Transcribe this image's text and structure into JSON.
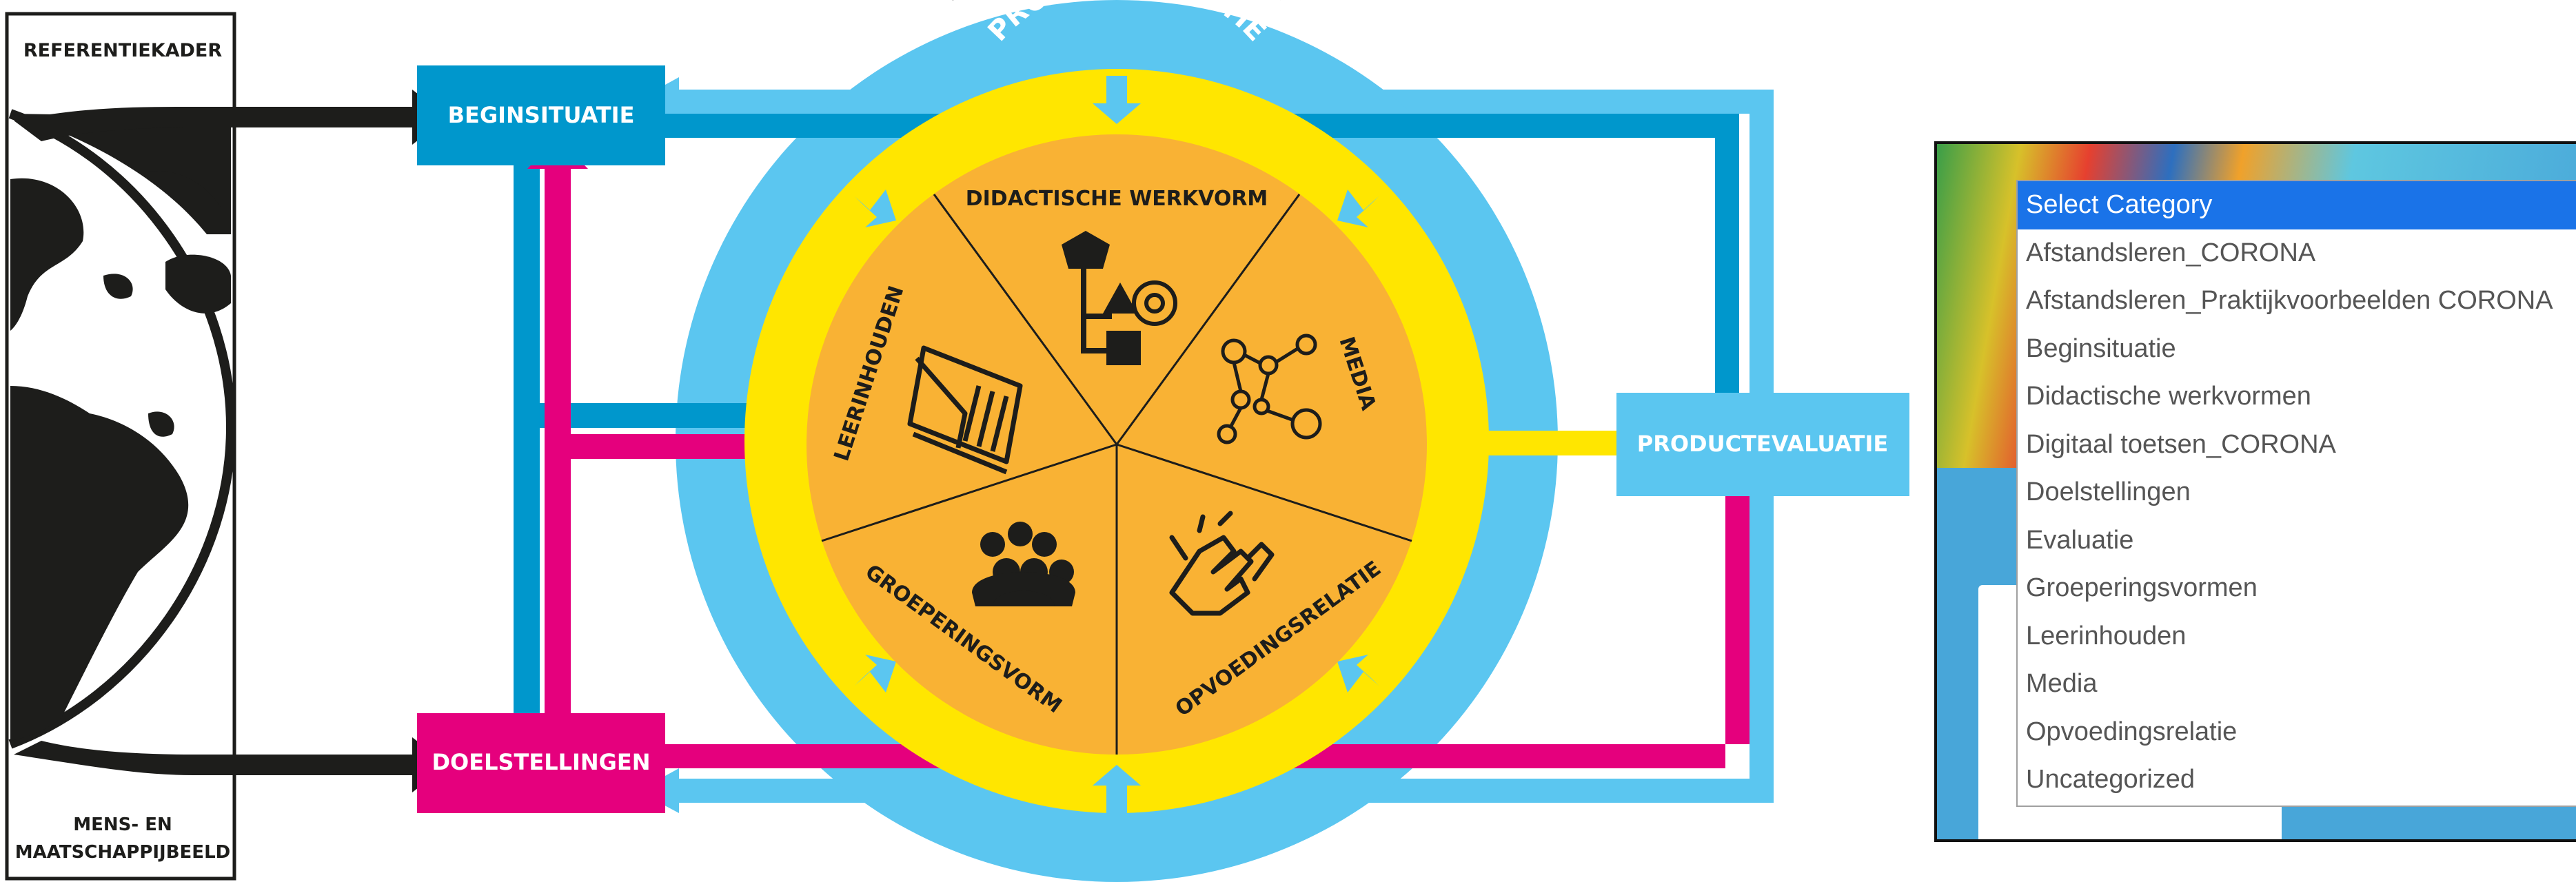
{
  "diagram": {
    "referentiekader": "REFERENTIEKADER",
    "mens_line1": "MENS- EN",
    "mens_line2": "MAATSCHAPPIJBEELD",
    "beginsituatie": "BEGINSITUATIE",
    "doelstellingen": "DOELSTELLINGEN",
    "procesevaluatie": "PROCESEVALUATIE",
    "productevaluatie": "PRODUCTEVALUATIE",
    "krachtige": "KRACHTIGE LEEROMGEVING",
    "segments": {
      "didactische": "DIDACTISCHE WERKVORM",
      "media": "MEDIA",
      "opvoeding": "OPVOEDINGSRELATIE",
      "groepering": "GROEPERINGSVORM",
      "leerinhouden": "LEERINHOUDEN"
    },
    "colors": {
      "blue": "#0097cc",
      "light_blue": "#5bc6f0",
      "magenta": "#e5007d",
      "yellow": "#ffe600",
      "orange": "#f9b234",
      "black": "#1d1d1b"
    },
    "icons": [
      "globe-icon",
      "hierarchy-gear-icon",
      "network-icon",
      "clapping-hands-icon",
      "group-people-icon",
      "open-book-icon"
    ]
  },
  "dropdown": {
    "options": [
      "Select Category",
      "Afstandsleren_CORONA",
      "Afstandsleren_Praktijkvoorbeelden CORONA",
      "Beginsituatie",
      "Didactische werkvormen",
      "Digitaal toetsen_CORONA",
      "Doelstellingen",
      "Evaluatie",
      "Groeperingsvormen",
      "Leerinhouden",
      "Media",
      "Opvoedingsrelatie",
      "Uncategorized"
    ],
    "selected_index": 0
  }
}
